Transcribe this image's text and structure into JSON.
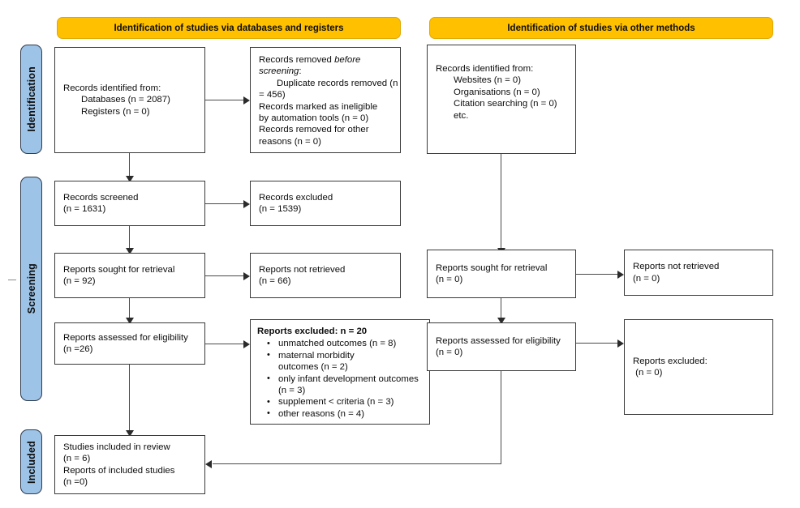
{
  "diagram": {
    "title": "PRISMA 2020 flow diagram",
    "colors": {
      "banner_fill": "#FFC000",
      "stage_tab_fill": "#9DC3E6",
      "box_border": "#3a3a3a",
      "connector": "#4a4a4a",
      "text": "#0d0d0d"
    }
  },
  "stages": [
    {
      "id": "identification",
      "label": "Identification"
    },
    {
      "id": "screening",
      "label": "Screening"
    },
    {
      "id": "included",
      "label": "Included"
    }
  ],
  "banners": {
    "left": "Identification of studies via databases and registers",
    "right": "Identification of studies via other methods"
  },
  "left_column": {
    "records_identified": {
      "line1": "Records identified from:",
      "line2": "Databases (n = 2087)",
      "line3": "Registers (n = 0)"
    },
    "records_removed": {
      "line1": "Records removed ",
      "line1_italic": "before",
      "line2_italic": "screening",
      "line2_tail": ":",
      "line3": "Duplicate records removed (n",
      "line4": "= 456)",
      "line5": "Records marked as ineligible",
      "line6": "by automation tools (n = 0)",
      "line7": "Records removed for other",
      "line8": "reasons (n = 0)"
    },
    "records_screened": {
      "line1": "Records screened",
      "line2": "(n = 1631)"
    },
    "records_excluded": {
      "line1": "Records excluded",
      "line2": "(n = 1539)"
    },
    "reports_sought": {
      "line1": "Reports sought for retrieval",
      "line2": "(n = 92)"
    },
    "reports_not_retrieved": {
      "line1": "Reports not retrieved",
      "line2": "(n = 66)"
    },
    "reports_assessed": {
      "line1": "Reports assessed for eligibility",
      "line2": "(n =26)"
    },
    "reports_excluded": {
      "title": "Reports excluded: n = 20",
      "reasons": [
        "unmatched outcomes (n = 8)",
        "maternal morbidity",
        "outcomes (n = 2)",
        "only infant development outcomes",
        "(n = 3)",
        "supplement < criteria (n = 3)",
        "other reasons (n = 4)"
      ],
      "bullets": [
        {
          "text": "unmatched outcomes (n = 8)",
          "bullet": true
        },
        {
          "text": "maternal morbidity",
          "bullet": true
        },
        {
          "text": "outcomes (n = 2)",
          "bullet": false
        },
        {
          "text": "only infant development outcomes",
          "bullet": true
        },
        {
          "text": "(n = 3)",
          "bullet": false
        },
        {
          "text": "supplement < criteria (n = 3)",
          "bullet": true
        },
        {
          "text": "other reasons (n = 4)",
          "bullet": true
        }
      ]
    },
    "studies_included": {
      "line1": "Studies included in review",
      "line2": "(n = 6)",
      "line3": "Reports of included studies",
      "line4": "(n =0)"
    }
  },
  "right_column": {
    "records_identified": {
      "line1": "Records identified from:",
      "line2": "Websites (n = 0)",
      "line3": "Organisations (n = 0)",
      "line4": "Citation searching (n = 0)",
      "line5": "etc."
    },
    "reports_sought": {
      "line1": "Reports sought for retrieval",
      "line2": "(n = 0)"
    },
    "reports_not_retrieved": {
      "line1": "Reports not retrieved",
      "line2": "(n = 0)"
    },
    "reports_assessed": {
      "line1": "Reports assessed for eligibility",
      "line2": "(n = 0)"
    },
    "reports_excluded": {
      "line1": "Reports excluded:",
      "line2": " (n = 0)"
    }
  }
}
